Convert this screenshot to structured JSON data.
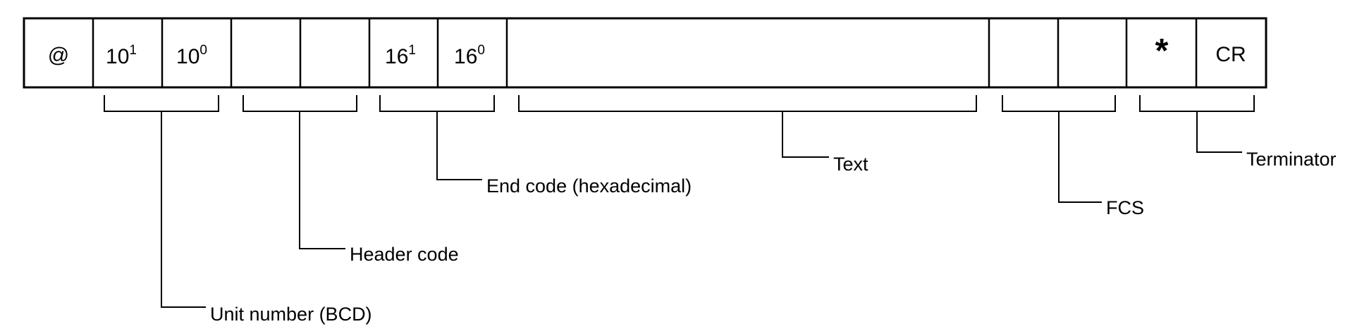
{
  "frame": {
    "cells": [
      {
        "id": "at",
        "text": "@",
        "sup": ""
      },
      {
        "id": "unit-tens",
        "text": "10",
        "sup": "1"
      },
      {
        "id": "unit-ones",
        "text": "10",
        "sup": "0"
      },
      {
        "id": "header-1",
        "text": "",
        "sup": ""
      },
      {
        "id": "header-2",
        "text": "",
        "sup": ""
      },
      {
        "id": "end-hi",
        "text": "16",
        "sup": "1"
      },
      {
        "id": "end-lo",
        "text": "16",
        "sup": "0"
      },
      {
        "id": "text",
        "text": "",
        "sup": ""
      },
      {
        "id": "fcs-1",
        "text": "",
        "sup": ""
      },
      {
        "id": "fcs-2",
        "text": "",
        "sup": ""
      },
      {
        "id": "star",
        "text": "*",
        "sup": ""
      },
      {
        "id": "cr",
        "text": "CR",
        "sup": ""
      }
    ]
  },
  "labels": {
    "unit_number": "Unit number (BCD)",
    "header_code": "Header code",
    "end_code": "End code (hexadecimal)",
    "text": "Text",
    "fcs": "FCS",
    "terminator": "Terminator"
  }
}
